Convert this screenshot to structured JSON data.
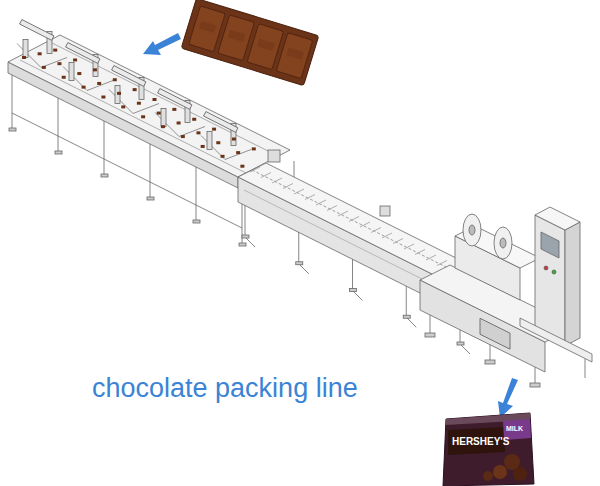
{
  "diagram": {
    "caption": "chocolate packing line",
    "labels": [
      "HERSHEY'S",
      "MILK"
    ]
  }
}
